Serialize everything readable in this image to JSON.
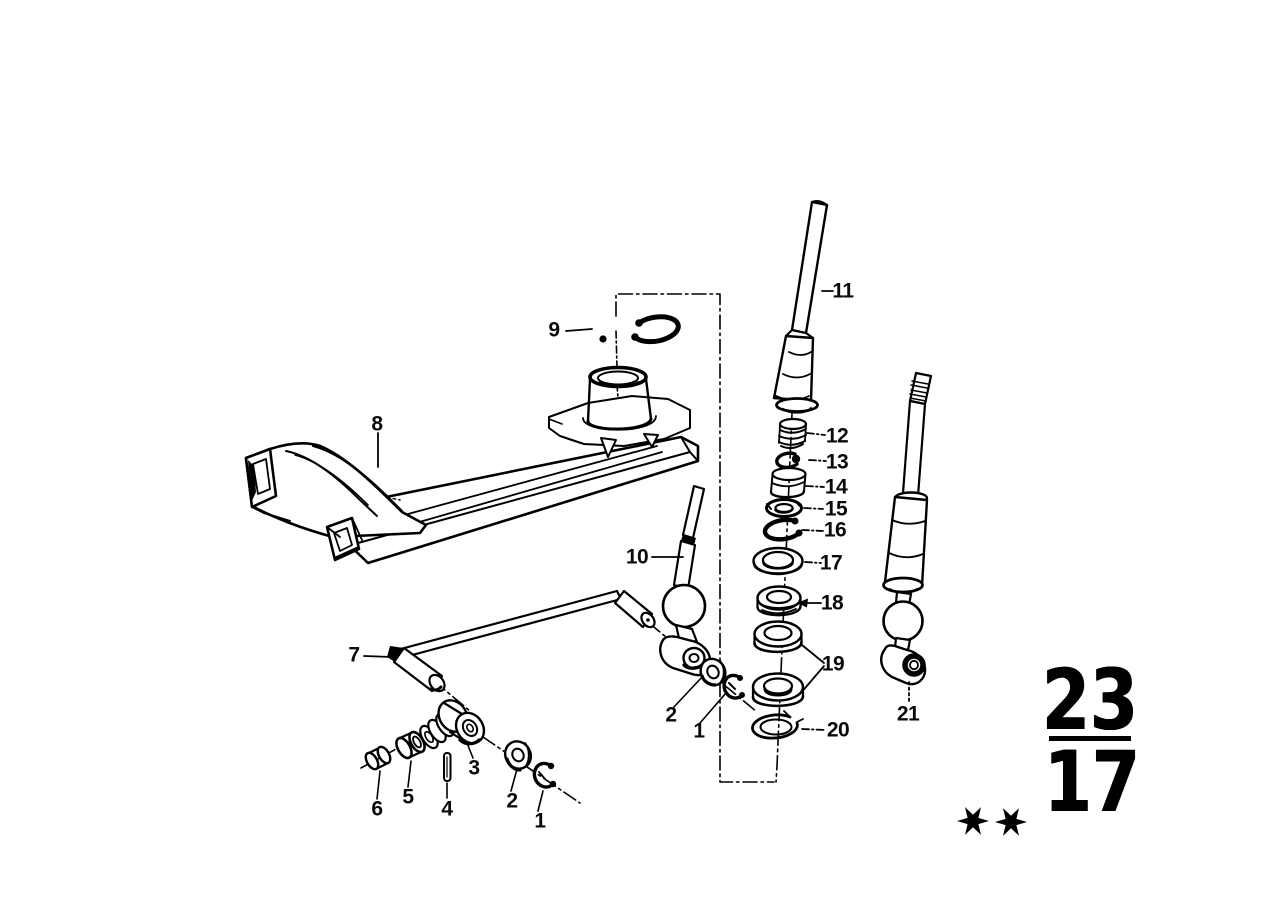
{
  "diagram": {
    "type": "exploded-parts-diagram",
    "callouts": [
      {
        "text": "1"
      },
      {
        "text": "2"
      },
      {
        "text": "3"
      },
      {
        "text": "4"
      },
      {
        "text": "5"
      },
      {
        "text": "6"
      },
      {
        "text": "7"
      },
      {
        "text": "8"
      },
      {
        "text": "9"
      },
      {
        "text": "10"
      },
      {
        "text": "11"
      },
      {
        "text": "12"
      },
      {
        "text": "13"
      },
      {
        "text": "14"
      },
      {
        "text": "15"
      },
      {
        "text": "16"
      },
      {
        "text": "17"
      },
      {
        "text": "18"
      },
      {
        "text": "19"
      },
      {
        "text": "20"
      },
      {
        "text": "21"
      },
      {
        "text": "1"
      },
      {
        "text": "2"
      }
    ]
  },
  "page_code": {
    "numerator": "23",
    "denominator": "17"
  },
  "stars": {
    "icon": "six-pointed-star",
    "count": 2
  }
}
